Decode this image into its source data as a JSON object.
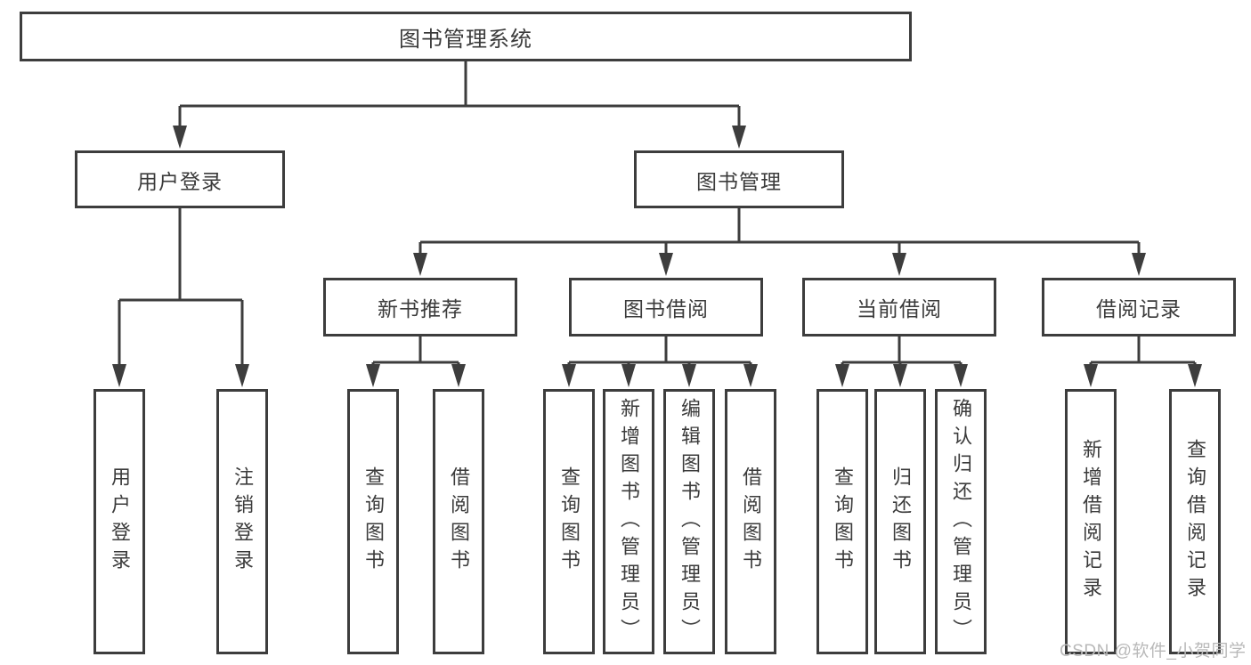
{
  "diagram": {
    "root": "图书管理系统",
    "level2": [
      "用户登录",
      "图书管理"
    ],
    "level3": [
      "新书推荐",
      "图书借阅",
      "当前借阅",
      "借阅记录"
    ],
    "leaves": {
      "user_login": [
        "用户登录",
        "注销登录"
      ],
      "new_book_recommend": [
        "查询图书",
        "借阅图书"
      ],
      "book_borrow": [
        "查询图书",
        "新增图书（管理员）",
        "编辑图书（管理员）",
        "借阅图书"
      ],
      "current_borrow": [
        "查询图书",
        "归还图书",
        "确认归还（管理员）"
      ],
      "borrow_records": [
        "新增借阅记录",
        "查询借阅记录"
      ]
    }
  },
  "watermark": "CSDN @软件_小贺同学",
  "colors": {
    "line": "#3d3d3d",
    "box_border": "#3d3d3d",
    "text": "#3b3b3b",
    "box_background": "#ffffff",
    "watermark_text": "#b9b9b9",
    "page_background": "#ffffff"
  }
}
